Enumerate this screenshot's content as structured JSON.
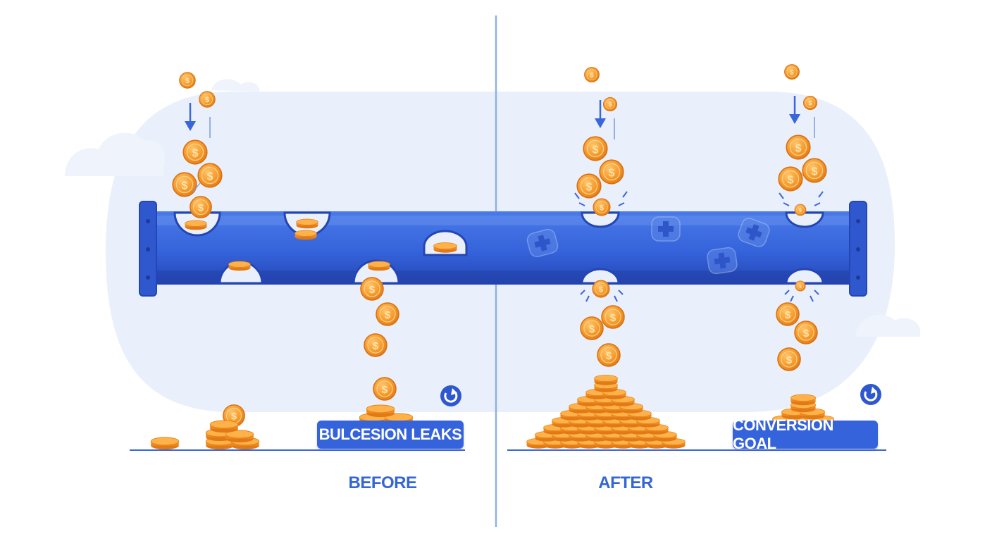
{
  "before": {
    "label": "BULCESION LEAKS",
    "caption": "BEFORE"
  },
  "after": {
    "label": "CONVERSION GOAL",
    "caption": "AFTER"
  },
  "icons": {
    "coin": "dollar-coin-icon",
    "patch": "cross-patch-icon",
    "brand": "refresh-logo-icon",
    "arrow": "down-arrow-icon"
  },
  "colors": {
    "pipe": "#3a66dc",
    "pipe_dark": "#2a4fc0",
    "coin": "#f59a2c",
    "coin_dark": "#e07a16",
    "label_bg": "#3563db",
    "caption": "#3566d6",
    "backdrop": "#eaf0fb",
    "divider": "#8fb0e6"
  }
}
